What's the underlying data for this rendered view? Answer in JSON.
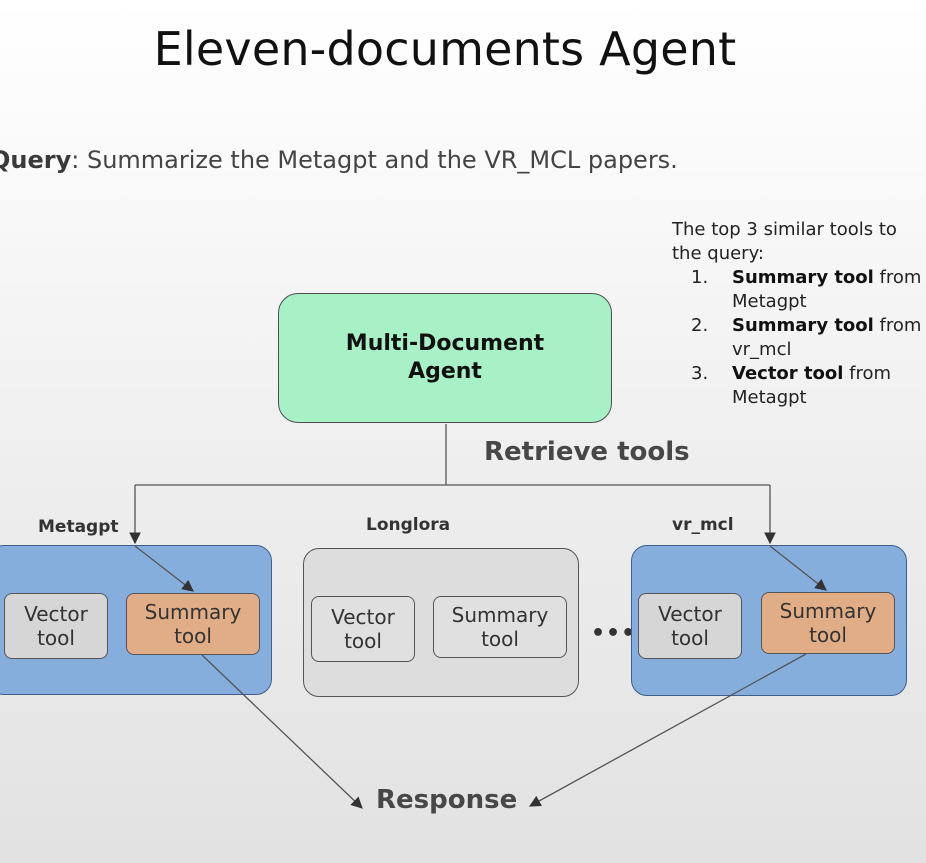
{
  "title": "Eleven-documents Agent",
  "query": {
    "label": "Query",
    "text": ": Summarize the Metagpt and the VR_MCL papers."
  },
  "top_tools": {
    "intro": "The top 3 similar tools to the query:",
    "items": [
      {
        "num": "1.",
        "bold": "Summary tool",
        "rest": " from Metagpt"
      },
      {
        "num": "2.",
        "bold": "Summary tool",
        "rest": " from vr_mcl"
      },
      {
        "num": "3.",
        "bold": "Vector tool",
        "rest": " from Metagpt"
      }
    ]
  },
  "agent": {
    "label": "Multi-Document Agent"
  },
  "retrieve_label": "Retrieve tools",
  "groups": [
    {
      "name": "Metagpt",
      "vector": "Vector tool",
      "summary": "Summary tool"
    },
    {
      "name": "Longlora",
      "vector": "Vector tool",
      "summary": "Summary tool"
    },
    {
      "name": "vr_mcl",
      "vector": "Vector tool",
      "summary": "Summary tool"
    }
  ],
  "ellipsis": "•••",
  "response_label": "Response",
  "colors": {
    "agent_fill": "#a8f0c6",
    "blue_group": "#86aedd",
    "grey_group": "#dddddd",
    "summary_fill": "#e0ad86",
    "vector_fill": "#d6d6d6"
  }
}
